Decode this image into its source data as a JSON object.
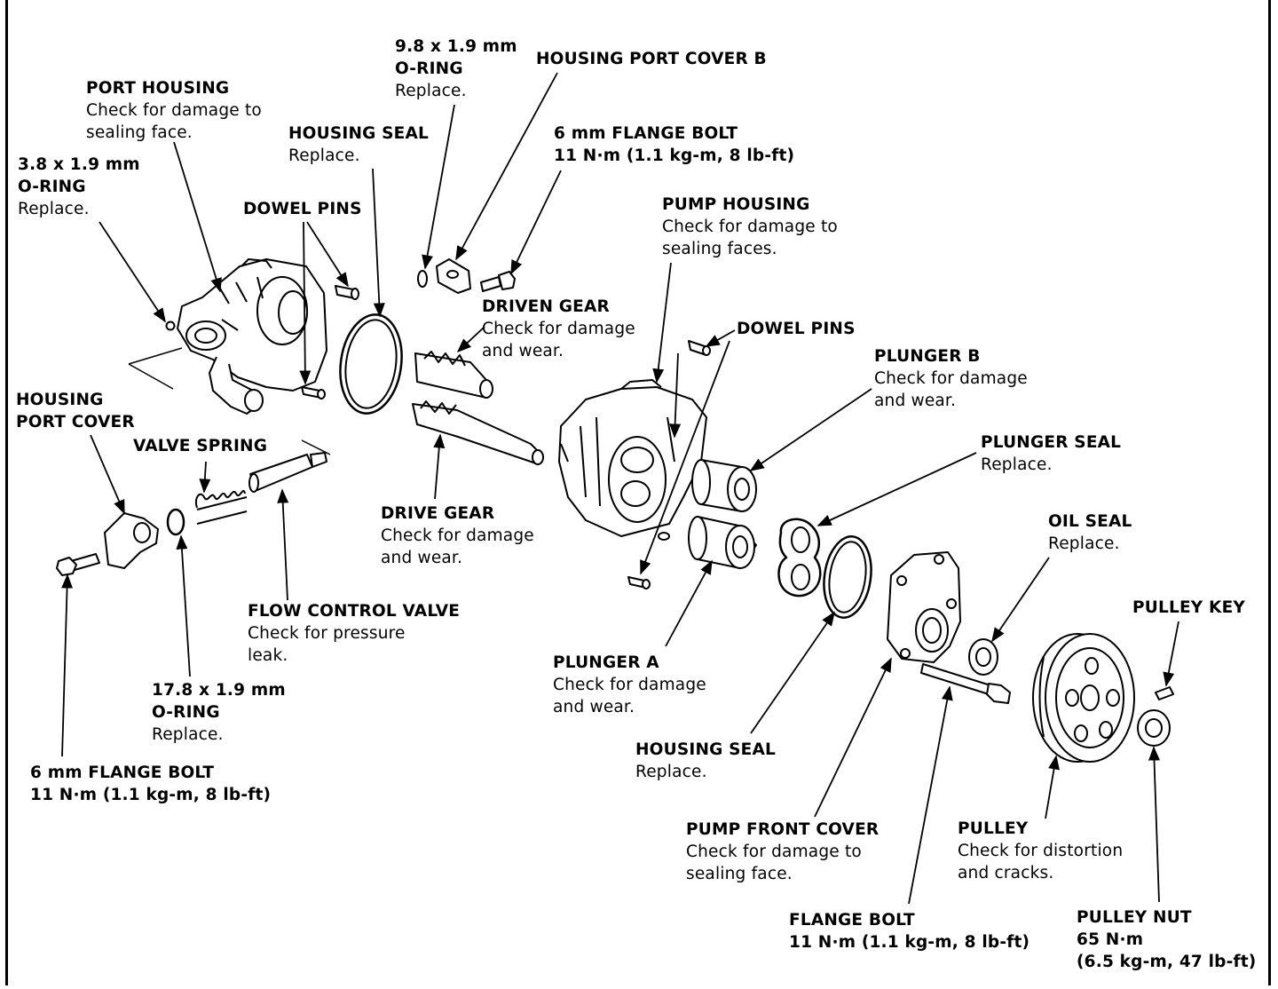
{
  "labels": {
    "oring_98": {
      "t1": "9.8 x 1.9 mm",
      "t2": "O-RING",
      "d": "Replace."
    },
    "housing_port_cover_b": {
      "t": "HOUSING PORT COVER B"
    },
    "port_housing": {
      "t": "PORT HOUSING",
      "d1": "Check for damage to",
      "d2": "sealing face."
    },
    "housing_seal_top": {
      "t": "HOUSING SEAL",
      "d": "Replace."
    },
    "flange_bolt_top": {
      "t": "6 mm FLANGE BOLT",
      "t2": "11 N·m (1.1 kg-m, 8 lb-ft)"
    },
    "oring_38": {
      "t1": "3.8 x 1.9 mm",
      "t2": "O-RING",
      "d": "Replace."
    },
    "dowel_pins_left": {
      "t": "DOWEL PINS"
    },
    "pump_housing": {
      "t": "PUMP HOUSING",
      "d1": "Check for damage to",
      "d2": "sealing faces."
    },
    "driven_gear": {
      "t": "DRIVEN GEAR",
      "d1": "Check for damage",
      "d2": "and wear."
    },
    "dowel_pins_right": {
      "t": "DOWEL PINS"
    },
    "plunger_b": {
      "t": "PLUNGER B",
      "d1": "Check for damage",
      "d2": "and wear."
    },
    "housing_port_cover": {
      "t1": "HOUSING",
      "t2": "PORT COVER"
    },
    "valve_spring": {
      "t": "VALVE SPRING"
    },
    "plunger_seal": {
      "t": "PLUNGER SEAL",
      "d": "Replace."
    },
    "drive_gear": {
      "t": "DRIVE GEAR",
      "d1": "Check for damage",
      "d2": "and wear."
    },
    "oil_seal": {
      "t": "OIL SEAL",
      "d": "Replace."
    },
    "flow_control_valve": {
      "t": "FLOW CONTROL VALVE",
      "d1": "Check for pressure",
      "d2": "leak."
    },
    "pulley_key": {
      "t": "PULLEY KEY"
    },
    "plunger_a": {
      "t": "PLUNGER A",
      "d1": "Check for damage",
      "d2": "and wear."
    },
    "oring_178": {
      "t1": "17.8 x 1.9 mm",
      "t2": "O-RING",
      "d": "Replace."
    },
    "housing_seal_bottom": {
      "t": "HOUSING SEAL",
      "d": "Replace."
    },
    "flange_bolt_bottom_left": {
      "t": "6 mm FLANGE BOLT",
      "t2": "11 N·m (1.1 kg-m, 8 lb-ft)"
    },
    "pump_front_cover": {
      "t": "PUMP FRONT COVER",
      "d1": "Check for damage to",
      "d2": "sealing face."
    },
    "pulley": {
      "t": "PULLEY",
      "d1": "Check for distortion",
      "d2": "and cracks."
    },
    "flange_bolt_bottom": {
      "t": "FLANGE BOLT",
      "t2": "11 N·m (1.1 kg-m, 8 lb-ft)"
    },
    "pulley_nut": {
      "t": "PULLEY NUT",
      "t2": "65 N·m",
      "t3": "(6.5 kg-m, 47 lb-ft)"
    }
  }
}
